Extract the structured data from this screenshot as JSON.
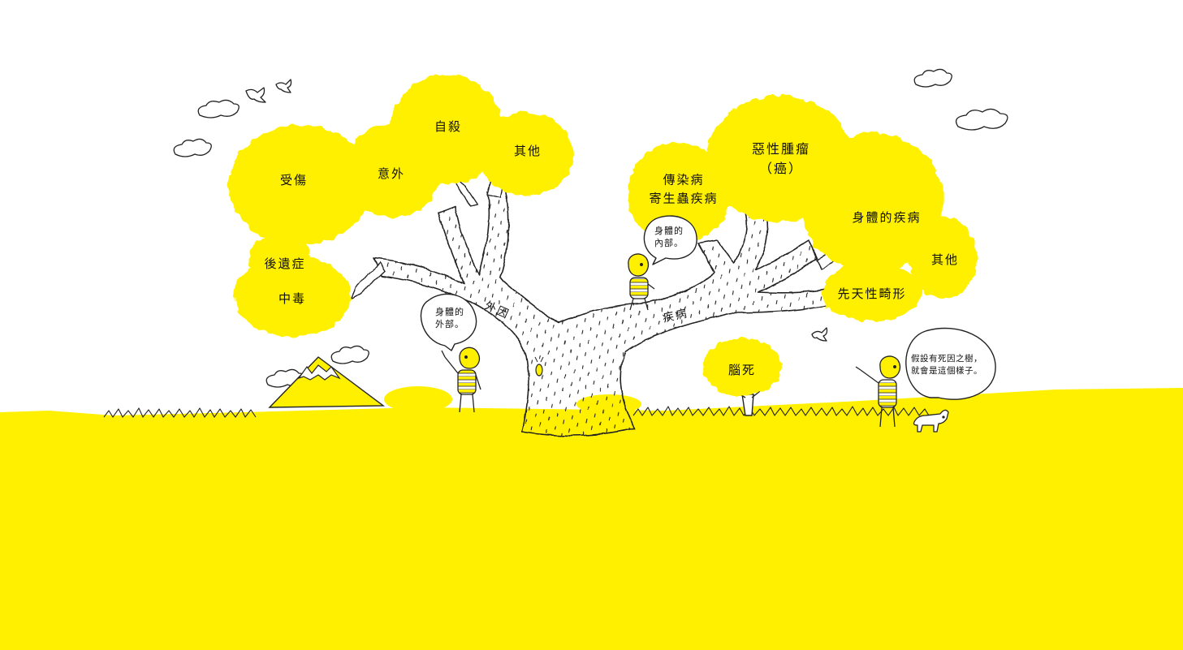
{
  "colors": {
    "accent": "#fff000",
    "ink": "#111111",
    "background": "#ffffff"
  },
  "clusters": {
    "injury": "受傷",
    "accident": "意外",
    "suicide": "自殺",
    "other_external": "其他",
    "sequelae": "後遺症",
    "poisoning": "中毒",
    "infectious": "傳染病",
    "parasitic": "寄生蟲疾病",
    "malignant_line1": "惡性腫瘤",
    "malignant_line2": "（癌）",
    "body_disease": "身體的疾病",
    "other_internal": "其他",
    "congenital": "先天性畸形",
    "brain_death": "腦死"
  },
  "branches": {
    "external_causes": "外因",
    "diseases": "疾病"
  },
  "speech": {
    "outside_line1": "身體的",
    "outside_line2": "外部。",
    "inside_line1": "身體的",
    "inside_line2": "內部。",
    "narrator_line1": "假設有死因之樹，",
    "narrator_line2": "就會是這個樣子。"
  }
}
